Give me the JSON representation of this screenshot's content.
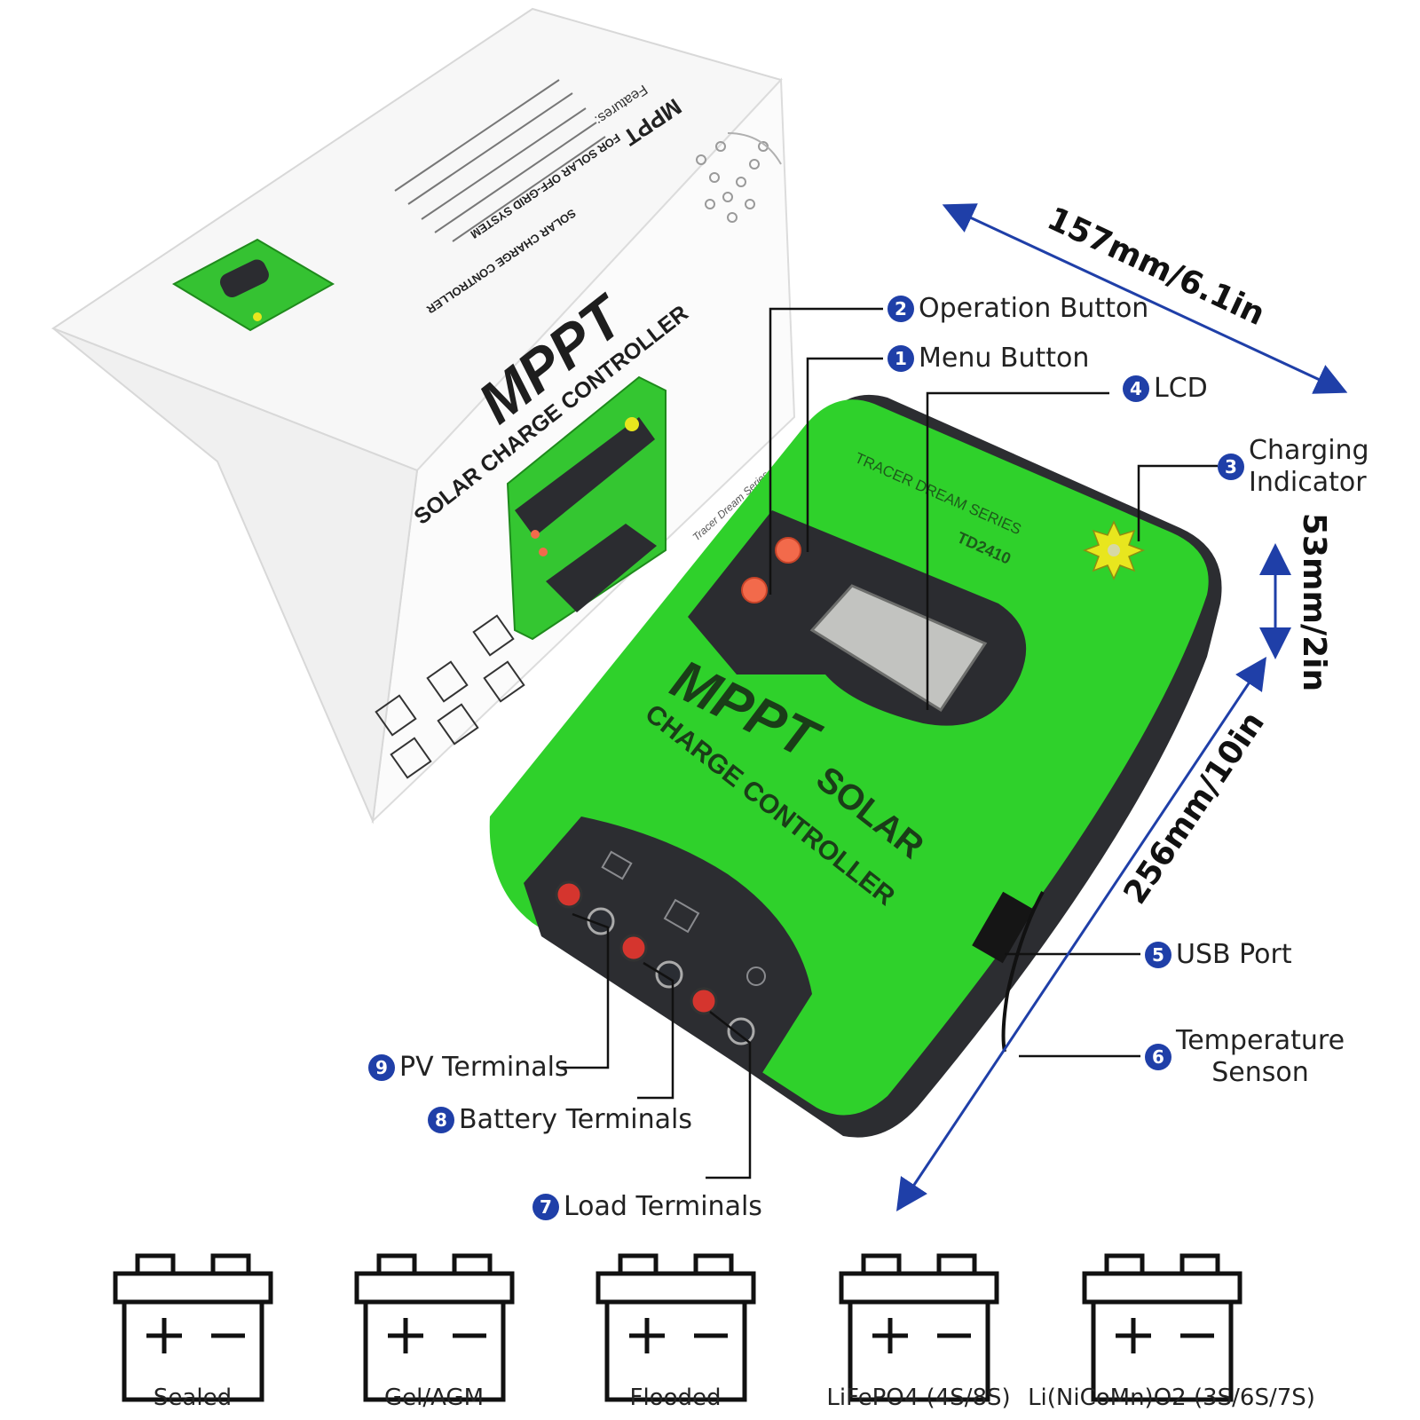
{
  "box": {
    "brand": "MPPT",
    "subtitle": "SOLAR CHARGE CONTROLLER",
    "series": "Tracer Dream Series",
    "top_brand": "MPPT",
    "top_subtitle": "FOR SOLAR OFF-GRID SYSTEM",
    "top_product": "SOLAR CHARGE CONTROLLER",
    "features_heading": "Features:"
  },
  "device": {
    "series": "TRACER DREAM SERIES",
    "model": "TD2410",
    "brand": "MPPT",
    "line1": "SOLAR",
    "line2": "CHARGE CONTROLLER",
    "colors": {
      "body": "#2fd12b",
      "bezel": "#2b2c30",
      "buttons": "#f26a4b",
      "indicator": "#e8e61e"
    }
  },
  "callouts": {
    "operation_button": {
      "num": "2",
      "label": "Operation Button"
    },
    "menu_button": {
      "num": "1",
      "label": "Menu Button"
    },
    "lcd": {
      "num": "4",
      "label": "LCD"
    },
    "charging_indicator": {
      "num": "3",
      "line1": "Charging",
      "line2": "Indicator"
    },
    "usb_port": {
      "num": "5",
      "label": "USB Port"
    },
    "temperature_sensor": {
      "num": "6",
      "line1": "Temperature",
      "line2": "Senson"
    },
    "pv_terminals": {
      "num": "9",
      "label": "PV Terminals"
    },
    "battery_terminals": {
      "num": "8",
      "label": "Battery Terminals"
    },
    "load_terminals": {
      "num": "7",
      "label": "Load Terminals"
    }
  },
  "dimensions": {
    "width": "157mm/6.1in",
    "height": "53mm/2in",
    "length": "256mm/10in"
  },
  "battery_types": [
    "Sealed",
    "Gel/AGM",
    "Flooded",
    "LiFePO4 (4S/8S)",
    "Li(NiCoMn)O2 (3S/6S/7S)"
  ],
  "accent_color": "#1f3fa8"
}
